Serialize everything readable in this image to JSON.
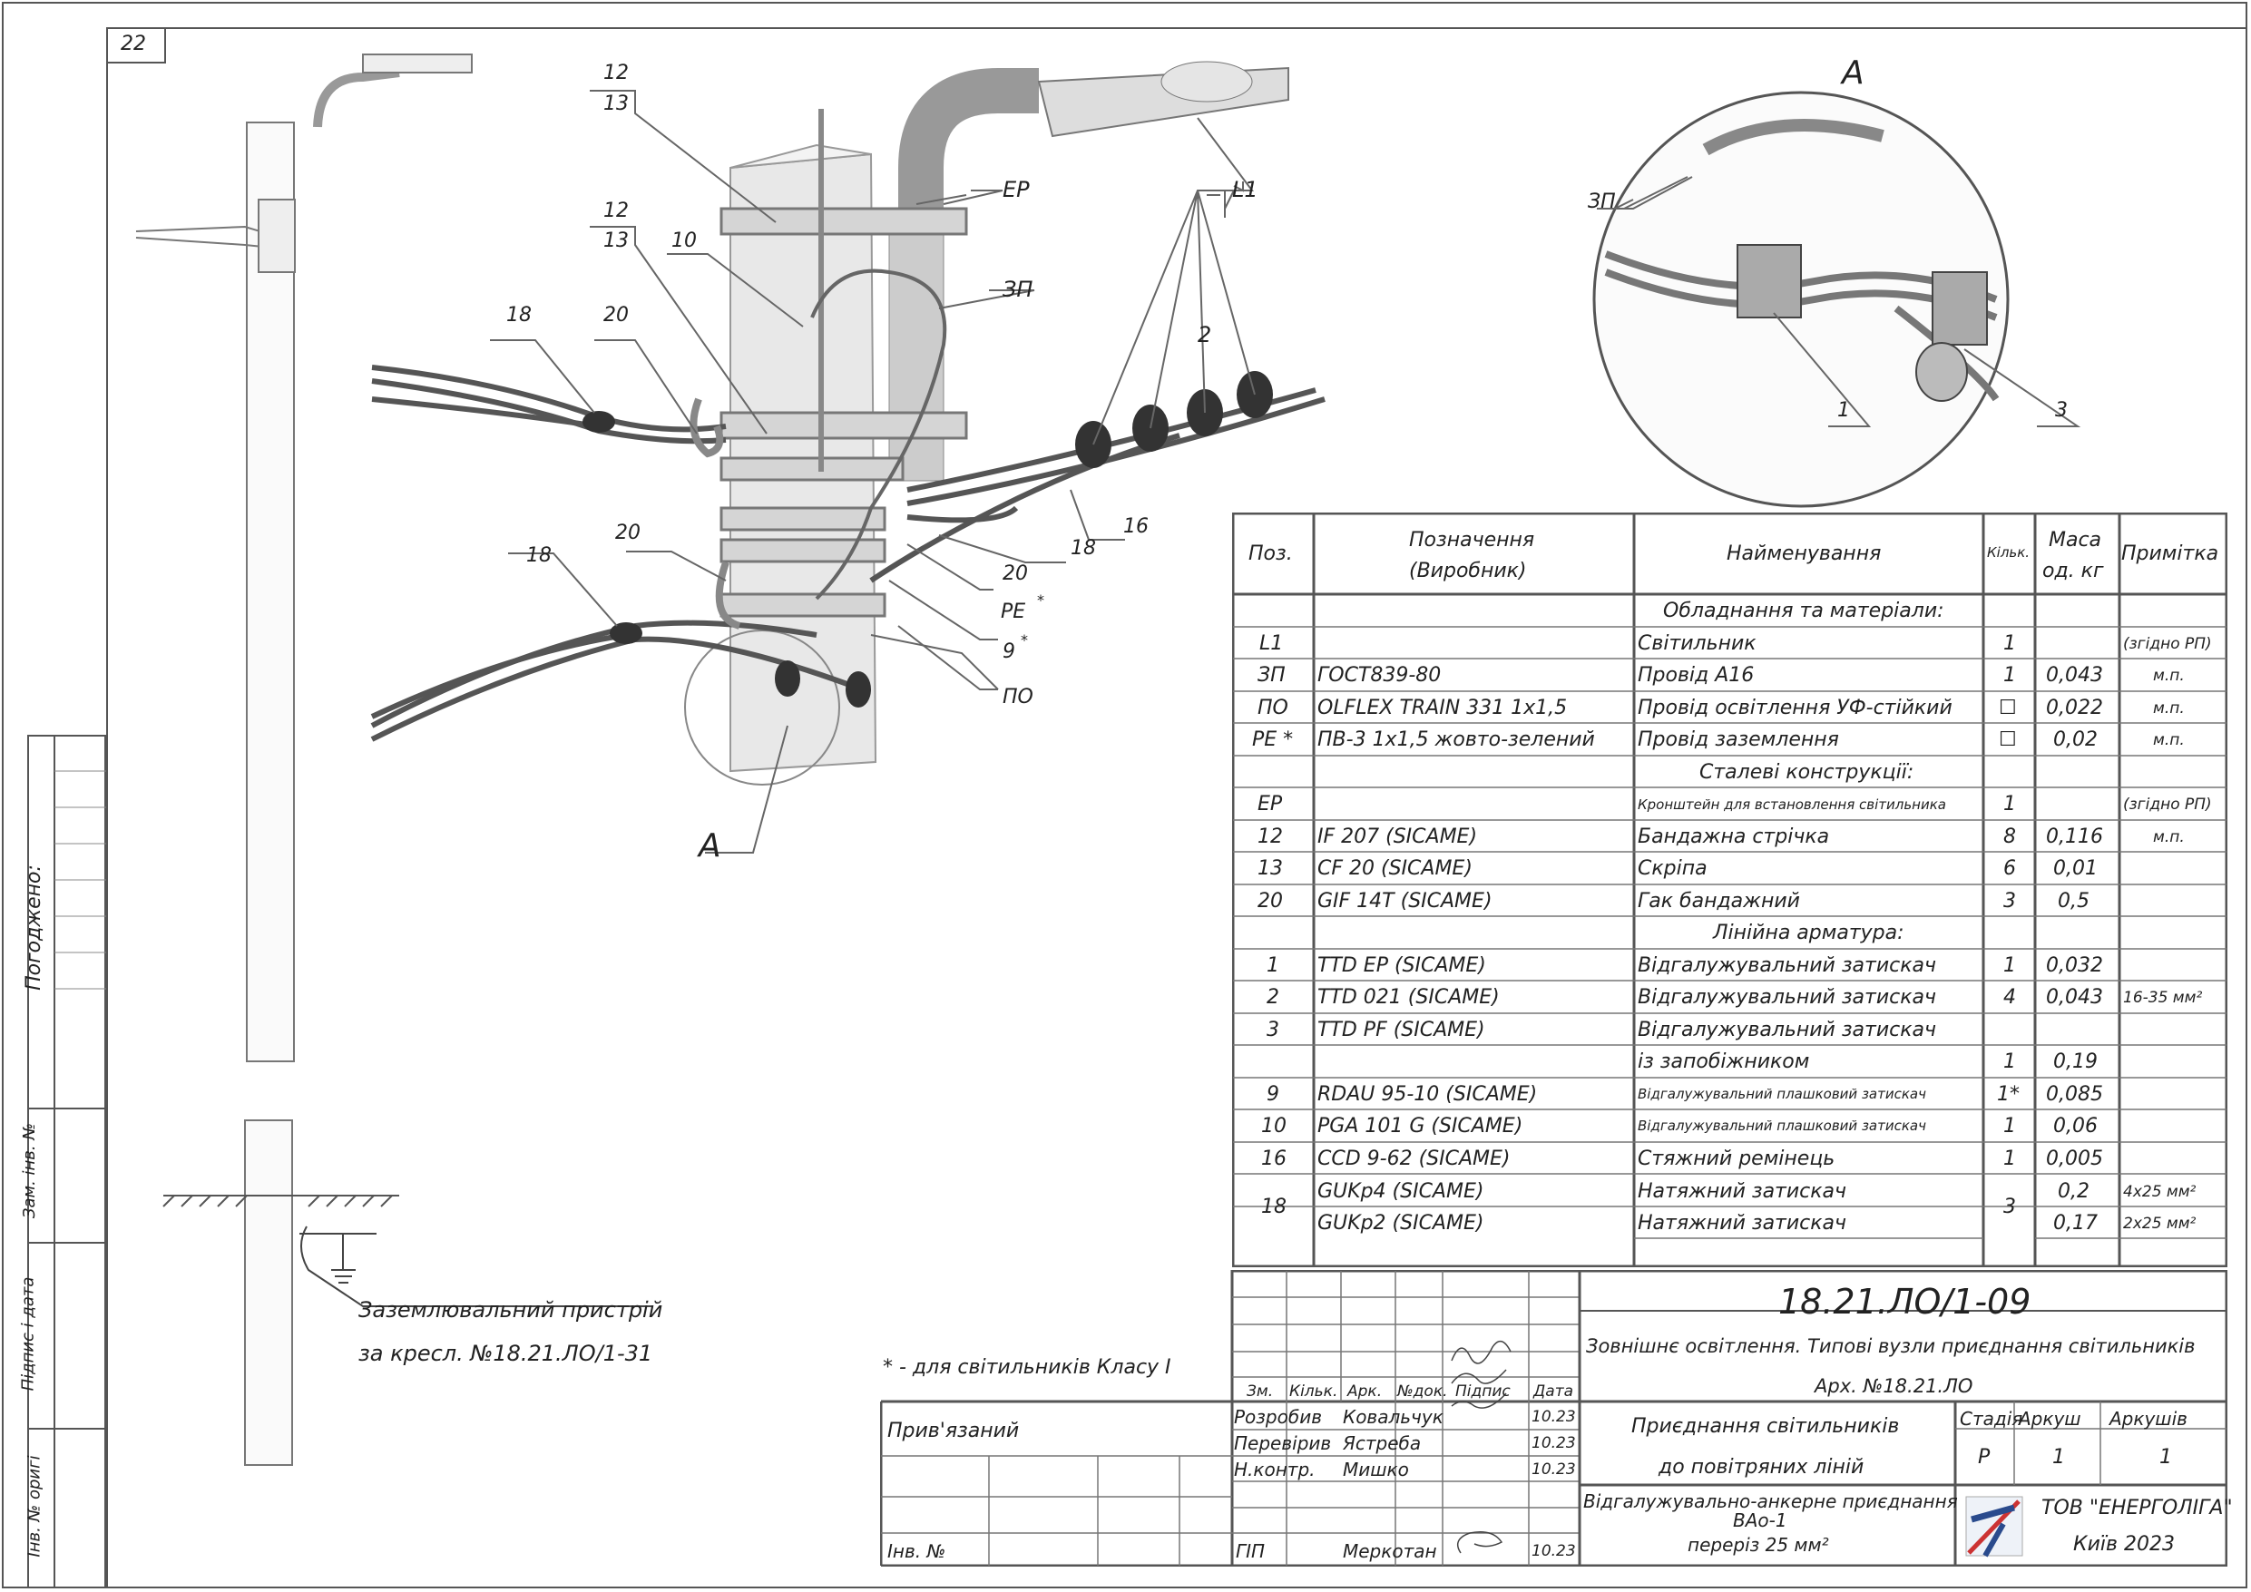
{
  "sheet": {
    "number": "22"
  },
  "side_stamp": {
    "agreed": "Погоджено:",
    "replace_inv": "Зам. інв. №",
    "sign_date": "Підпис і дата",
    "orig_inv": "Інв. № оригі"
  },
  "drawing_labels": {
    "l1": "L1",
    "ep": "ЕР",
    "zp": "ЗП",
    "n2": "2",
    "n12a": "12",
    "n13a": "13",
    "n12b": "12",
    "n13b": "13",
    "n10": "10",
    "n18a": "18",
    "n20a": "20",
    "n16": "16",
    "n18b": "18",
    "n20b": "20",
    "pe": "РЕ",
    "n9": "9",
    "po": "ПО",
    "n20c": "20",
    "n18c": "18",
    "a_label": "А",
    "star": "*"
  },
  "detail": {
    "title": "А",
    "zp": "ЗП",
    "n1": "1",
    "n3": "3"
  },
  "grounding": {
    "line1": "Заземлювальний пристрій",
    "line2": "за кресл. №18.21.ЛО/1-31"
  },
  "footnote": "* - для світильників Класу І",
  "spec_table": {
    "headers": {
      "pos": "Поз.",
      "designation_1": "Позначення",
      "designation_2": "(Виробник)",
      "name": "Найменування",
      "qty": "Кільк.",
      "mass_1": "Маса",
      "mass_2": "од. кг",
      "note": "Примітка"
    },
    "rows": [
      {
        "section": "Обладнання та матеріали:"
      },
      {
        "pos": "L1",
        "des": "",
        "name": "Світильник",
        "qty": "1",
        "mass": "",
        "note": "(згідно РП)"
      },
      {
        "pos": "ЗП",
        "des": "ГОСТ839-80",
        "name": "Провід А16",
        "qty": "1",
        "mass": "0,043",
        "note": "м.п."
      },
      {
        "pos": "ПО",
        "des": "OLFLEX TRAIN 331 1x1,5",
        "name": "Провід освітлення УФ-стійкий",
        "qty": "☐",
        "mass": "0,022",
        "note": "м.п."
      },
      {
        "pos": "РЕ *",
        "des": "ПВ-3 1x1,5 жовто-зелений",
        "name": "Провід заземлення",
        "qty": "☐",
        "mass": "0,02",
        "note": "м.п."
      },
      {
        "section": "Сталеві конструкції:"
      },
      {
        "pos": "ЕР",
        "des": "",
        "name": "Кронштейн для встановлення світильника",
        "qty": "1",
        "mass": "",
        "note": "(згідно РП)"
      },
      {
        "pos": "12",
        "des": "IF 207  (SICAME)",
        "name": "Бандажна стрічка",
        "qty": "8",
        "mass": "0,116",
        "note": "м.п."
      },
      {
        "pos": "13",
        "des": "CF 20  (SICAME)",
        "name": "Скріпа",
        "qty": "6",
        "mass": "0,01",
        "note": ""
      },
      {
        "pos": "20",
        "des": "GIF 14T  (SICAME)",
        "name": "Гак бандажний",
        "qty": "3",
        "mass": "0,5",
        "note": ""
      },
      {
        "section": "Лінійна арматура:"
      },
      {
        "pos": "1",
        "des": "TTD EP  (SICAME)",
        "name": "Відгалужувальний затискач",
        "qty": "1",
        "mass": "0,032",
        "note": ""
      },
      {
        "pos": "2",
        "des": "TTD 021  (SICAME)",
        "name": "Відгалужувальний затискач",
        "qty": "4",
        "mass": "0,043",
        "note": "16-35 мм²"
      },
      {
        "pos": "3",
        "des": "TTD PF  (SICAME)",
        "name": "Відгалужувальний затискач",
        "qty": "",
        "mass": "",
        "note": ""
      },
      {
        "pos": "",
        "des": "",
        "name": "із запобіжником",
        "qty": "1",
        "mass": "0,19",
        "note": ""
      },
      {
        "pos": "9",
        "des": "RDAU 95-10  (SICAME)",
        "name": "Відгалужувальний плашковий затискач",
        "qty": "1*",
        "mass": "0,085",
        "note": ""
      },
      {
        "pos": "10",
        "des": "PGA 101 G  (SICAME)",
        "name": "Відгалужувальний плашковий затискач",
        "qty": "1",
        "mass": "0,06",
        "note": ""
      },
      {
        "pos": "16",
        "des": "CCD 9-62  (SICAME)",
        "name": "Стяжний ремінець",
        "qty": "1",
        "mass": "0,005",
        "note": ""
      },
      {
        "pos": "18",
        "des": "GUKp4  (SICAME)",
        "name": "Натяжний затискач",
        "qty": "3",
        "mass": "0,2",
        "note": "4x25 мм²"
      },
      {
        "pos": "",
        "des": "GUKp2  (SICAME)",
        "name": "Натяжний затискач",
        "qty": "",
        "mass": "0,17",
        "note": "2x25 мм²"
      }
    ]
  },
  "title_block": {
    "code": "18.21.ЛО/1-09",
    "project": "Зовнішнє освітлення. Типові вузли приєднання світильників",
    "arch": "Арх. №18.21.ЛО",
    "col_headers": [
      "Зм.",
      "Кільк.",
      "Арк.",
      "№док.",
      "Підпис",
      "Дата"
    ],
    "people": [
      {
        "role": "Розробив",
        "name": "Ковальчук",
        "date": "10.23"
      },
      {
        "role": "Перевірив",
        "name": "Ястреба",
        "date": "10.23"
      },
      {
        "role": "Н.контр.",
        "name": "Мишко",
        "date": "10.23"
      },
      {
        "role": "ГІП",
        "name": "Меркотан",
        "date": "10.23"
      }
    ],
    "bound": "Прив'язаний",
    "inv": "Інв. №",
    "sheet_title_1": "Приєднання світильників",
    "sheet_title_2": "до повітряних ліній",
    "stage_label": "Стадія",
    "sheet_label": "Аркуш",
    "sheets_label": "Аркушів",
    "stage": "Р",
    "sheet": "1",
    "sheets": "1",
    "drawing_name_1": "Відгалужувально-анкерне приєднання",
    "drawing_name_2": "ВАо-1",
    "drawing_name_3": "переріз 25 мм²",
    "company": "ТОВ \"ЕНЕРГОЛІГА\"",
    "city": "Київ 2023"
  }
}
